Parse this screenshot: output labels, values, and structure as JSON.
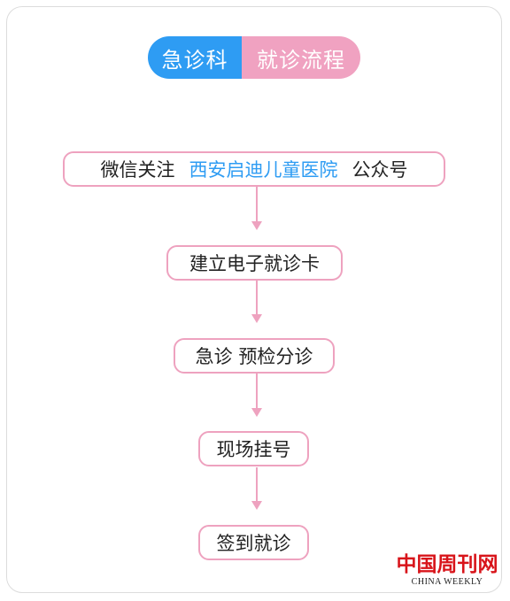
{
  "title": {
    "left": "急诊科",
    "right": "就诊流程",
    "left_color": "#2e9cf3",
    "right_color": "#f0a2c1"
  },
  "steps": [
    {
      "prefix": "微信关注",
      "highlight": "西安启迪儿童医院",
      "suffix": "公众号"
    },
    {
      "text": "建立电子就诊卡"
    },
    {
      "text": "急诊 预检分诊"
    },
    {
      "text": "现场挂号"
    },
    {
      "text": "签到就诊"
    }
  ],
  "colors": {
    "box_border": "#eea2bf",
    "arrow": "#eea2bf",
    "highlight_text": "#2e9cf3"
  },
  "logo": {
    "cn": "中国周刊网",
    "en": "CHINA WEEKLY"
  }
}
